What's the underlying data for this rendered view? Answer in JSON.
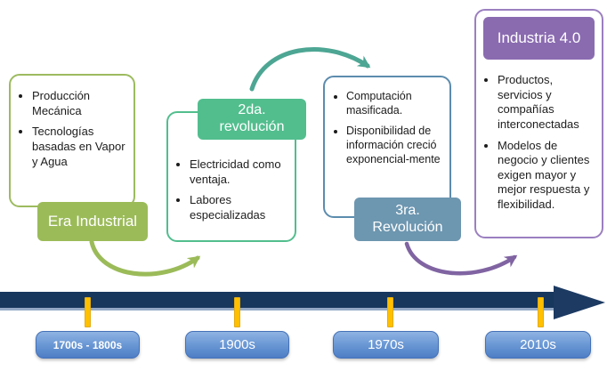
{
  "stages": [
    {
      "label": "Era Industrial",
      "color": "#9BBB59",
      "bullets": [
        "Producción Mecánica",
        "Tecnologías basadas en Vapor y Agua"
      ],
      "year": "1700s - 1800s"
    },
    {
      "label": "2da. revolución",
      "color": "#52BE8E",
      "bullets": [
        "Electricidad como ventaja.",
        "Labores especializadas"
      ],
      "year": "1900s"
    },
    {
      "label": "3ra. Revolución",
      "color": "#6D96B0",
      "bullets": [
        "Computación masificada.",
        "Disponibilidad de información creció exponencial-mente"
      ],
      "year": "1970s"
    },
    {
      "label": "Industria 4.0",
      "color": "#8A6BB0",
      "bullets": [
        "Productos, servicios y compañías interconectadas",
        "Modelos de negocio y clientes exigen mayor y mejor respuesta y flexibilidad."
      ],
      "year": "2010s"
    }
  ],
  "arrows": [
    {
      "name": "arrow-era-to-2da",
      "color": "#9BBB59"
    },
    {
      "name": "arrow-2da-to-3ra",
      "color": "#4DA693"
    },
    {
      "name": "arrow-3ra-to-industria40",
      "color": "#8064A2"
    }
  ],
  "timeline": {
    "bar_color": "#17375D",
    "bar_edge_color": "#94A9C6",
    "tick_color": "#FFC000",
    "year_box_gradient_top": "#8FB3E2",
    "year_box_gradient_bottom": "#4E7EC6"
  }
}
